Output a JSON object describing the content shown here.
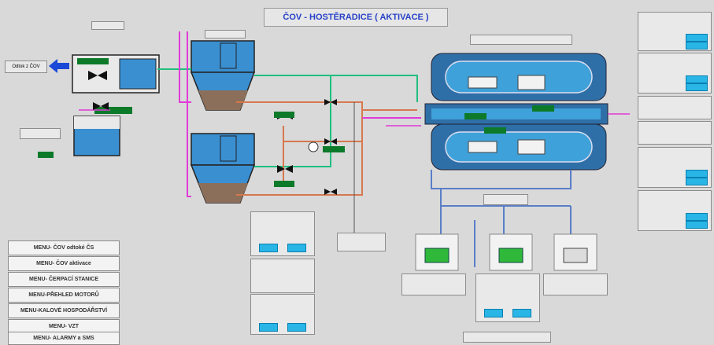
{
  "title": "ČOV - HOSTĚRADICE ( AKTIVACE )",
  "colors": {
    "background": "#d9d9d9",
    "water_green": "#1fbf7f",
    "sludge_orange": "#d6784e",
    "magenta": "#e03bd8",
    "blue_pipe": "#5a7ec8",
    "status_green": "#0d7a2a",
    "button_cyan": "#29b6e6",
    "tank_blue": "#2f6fa8"
  },
  "menu": [
    {
      "label": "MENU- ČOV odtoké ČS"
    },
    {
      "label": "MENU- ČOV aktivace"
    },
    {
      "label": "MENU- ČERPACÍ STANICE"
    },
    {
      "label": "MENU-PŘEHLED MOTORŮ"
    },
    {
      "label": "MENU-KALOVÉ HOSPODÁŘSTVÍ"
    },
    {
      "label": "MENU- VZT"
    },
    {
      "label": "MENU- ALARMY a SMS"
    }
  ],
  "icons": {
    "outflow_arrow": "arrow-left-icon"
  },
  "labels": {
    "outflow": "Odtok z ČOV"
  }
}
